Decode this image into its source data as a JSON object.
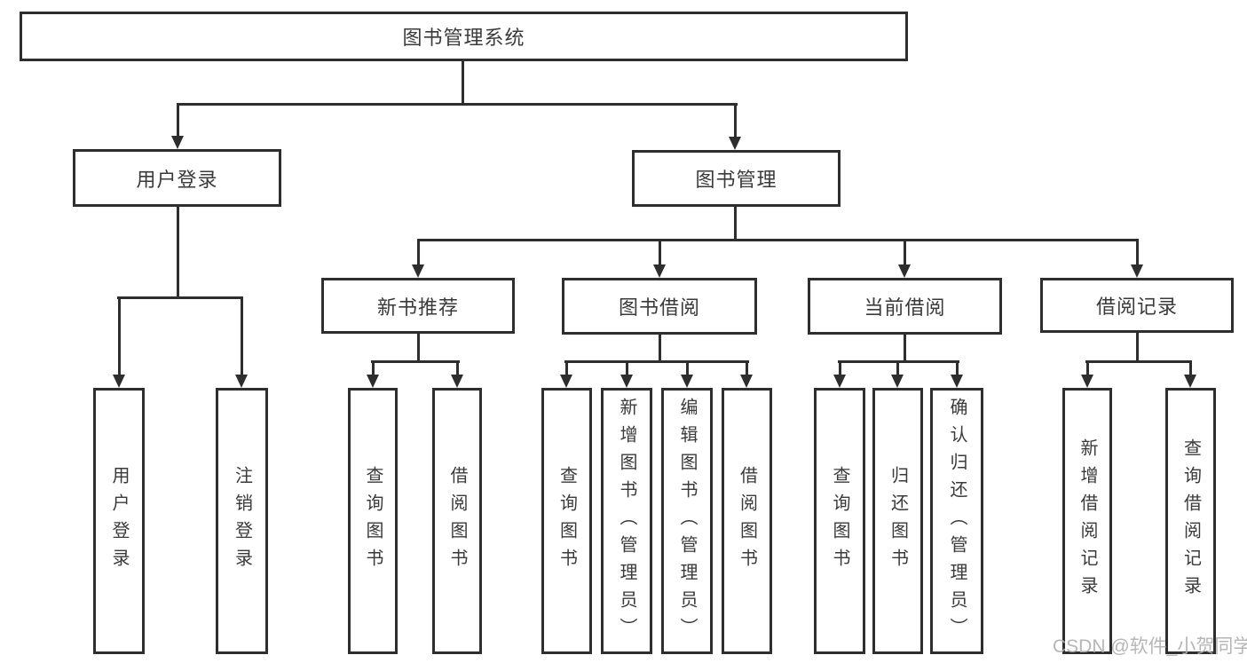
{
  "diagram_title": "图书管理系统",
  "nodes": {
    "root": "图书管理系统",
    "user_login": "用户登录",
    "book_mgmt": "图书管理",
    "new_book_rec": "新书推荐",
    "book_borrow": "图书借阅",
    "current_borrow": "当前借阅",
    "borrow_records": "借阅记录",
    "ul_user_login": "用户登录",
    "ul_logout": "注销登录",
    "nr_query_book": "查询图书",
    "nr_borrow_book": "借阅图书",
    "bb_query_book": "查询图书",
    "bb_add_book": "新增图书（管理员）",
    "bb_edit_book": "编辑图书（管理员）",
    "bb_borrow_book": "借阅图书",
    "cb_query_book": "查询图书",
    "cb_return_book": "归还图书",
    "cb_confirm_return": "确认归还（管理员）",
    "br_add_record": "新增借阅记录",
    "br_query_record": "查询借阅记录"
  },
  "hierarchy": {
    "图书管理系统": {
      "用户登录": [
        "用户登录",
        "注销登录"
      ],
      "图书管理": {
        "新书推荐": [
          "查询图书",
          "借阅图书"
        ],
        "图书借阅": [
          "查询图书",
          "新增图书（管理员）",
          "编辑图书（管理员）",
          "借阅图书"
        ],
        "当前借阅": [
          "查询图书",
          "归还图书",
          "确认归还（管理员）"
        ],
        "借阅记录": [
          "新增借阅记录",
          "查询借阅记录"
        ]
      }
    }
  },
  "watermark": "CSDN @软件_小贺同学",
  "colors": {
    "line": "#2e2e2e",
    "box_border": "#2e2e2e",
    "text": "#3a3a3a",
    "watermark": "#b0b0b0",
    "background": "#ffffff"
  }
}
